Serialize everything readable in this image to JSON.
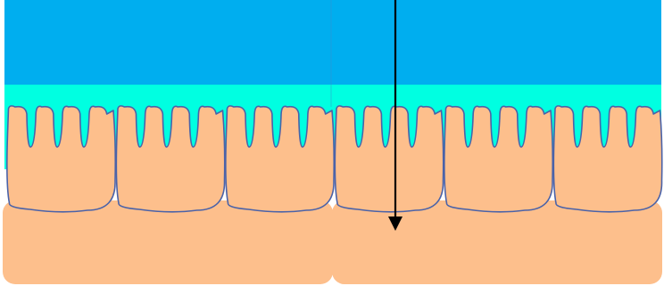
{
  "diagram": {
    "colors": {
      "lumen": "#00AEEF",
      "mucus_layer": "#00FFE1",
      "cell_fill": "#FDBF8C",
      "cell_outline": "#4A62A8",
      "arrow": "#000000",
      "background": "#FFFFFF"
    },
    "cells": {
      "count": 6,
      "microvilli_per_cell": 4
    },
    "arrow": {
      "direction": "down"
    }
  }
}
